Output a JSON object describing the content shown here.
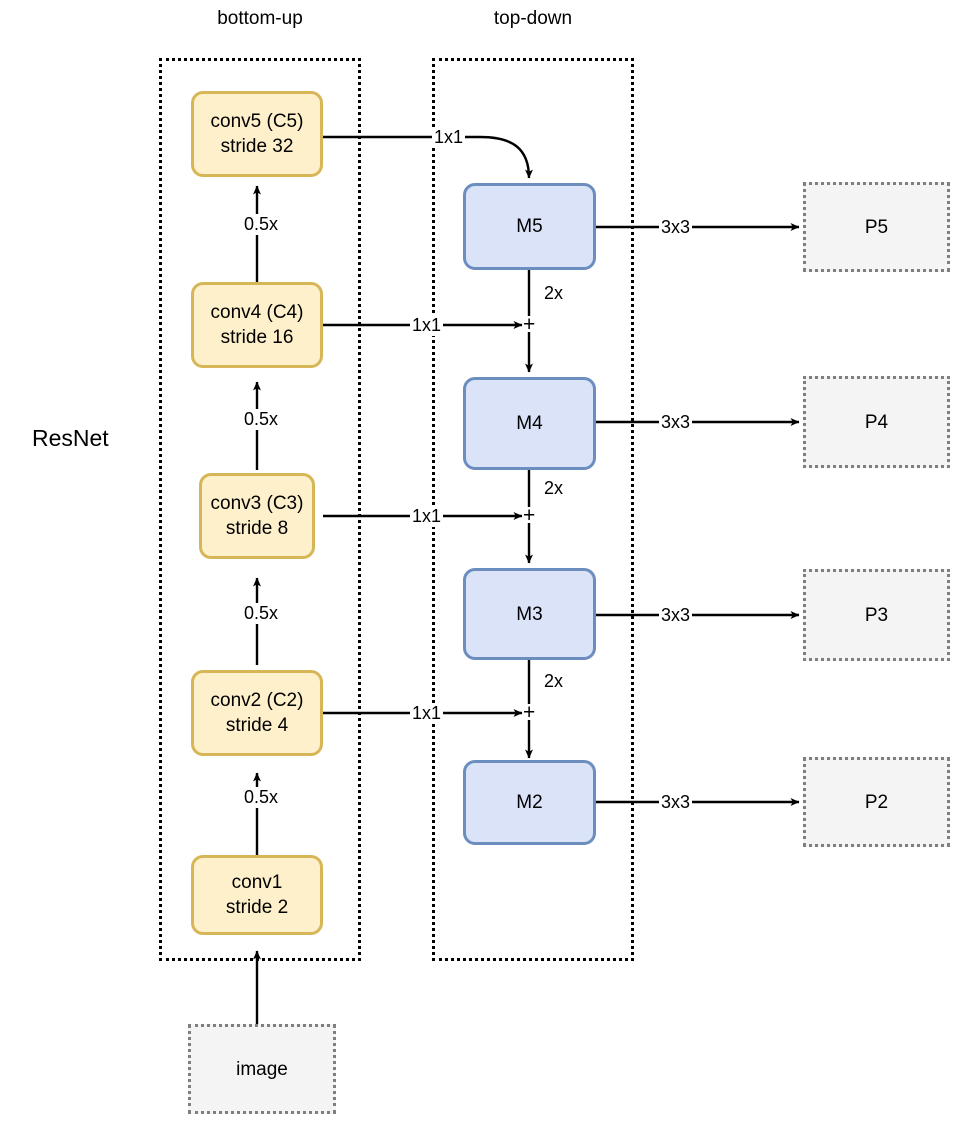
{
  "figure": {
    "side_label": "ResNet",
    "groups": [
      {
        "id": "bottom-up",
        "title": "bottom-up"
      },
      {
        "id": "top-down",
        "title": "top-down"
      }
    ]
  },
  "backbone": {
    "stages": [
      {
        "id": "conv5",
        "line1": "conv5 (C5)",
        "line2": "stride 32"
      },
      {
        "id": "conv4",
        "line1": "conv4 (C4)",
        "line2": "stride 16"
      },
      {
        "id": "conv3",
        "line1": "conv3 (C3)",
        "line2": "stride 8"
      },
      {
        "id": "conv2",
        "line1": "conv2 (C2)",
        "line2": "stride 4"
      },
      {
        "id": "conv1",
        "line1": "conv1",
        "line2": "stride 2"
      }
    ],
    "downsample_labels": [
      "0.5x",
      "0.5x",
      "0.5x",
      "0.5x"
    ],
    "input": {
      "id": "image",
      "label": "image"
    }
  },
  "topdown": {
    "merges": [
      {
        "id": "M5",
        "label": "M5"
      },
      {
        "id": "M4",
        "label": "M4"
      },
      {
        "id": "M3",
        "label": "M3"
      },
      {
        "id": "M2",
        "label": "M2"
      }
    ],
    "upsample_labels": [
      "2x",
      "2x",
      "2x"
    ],
    "plus_signs": [
      "+",
      "+",
      "+"
    ]
  },
  "lateral": {
    "labels": [
      "1x1",
      "1x1",
      "1x1",
      "1x1"
    ]
  },
  "outputs": {
    "heads": [
      "3x3",
      "3x3",
      "3x3",
      "3x3"
    ],
    "pyramid": [
      {
        "id": "P5",
        "label": "P5"
      },
      {
        "id": "P4",
        "label": "P4"
      },
      {
        "id": "P3",
        "label": "P3"
      },
      {
        "id": "P2",
        "label": "P2"
      }
    ]
  },
  "colors": {
    "conv_fill": "#fdf0cb",
    "conv_stroke": "#d6b656",
    "merge_fill": "#dae3f7",
    "merge_stroke": "#6c8ebf",
    "out_fill": "#f4f4f4",
    "out_stroke": "#7f7f7f",
    "wire": "#000000",
    "group_stroke": "#000000"
  }
}
